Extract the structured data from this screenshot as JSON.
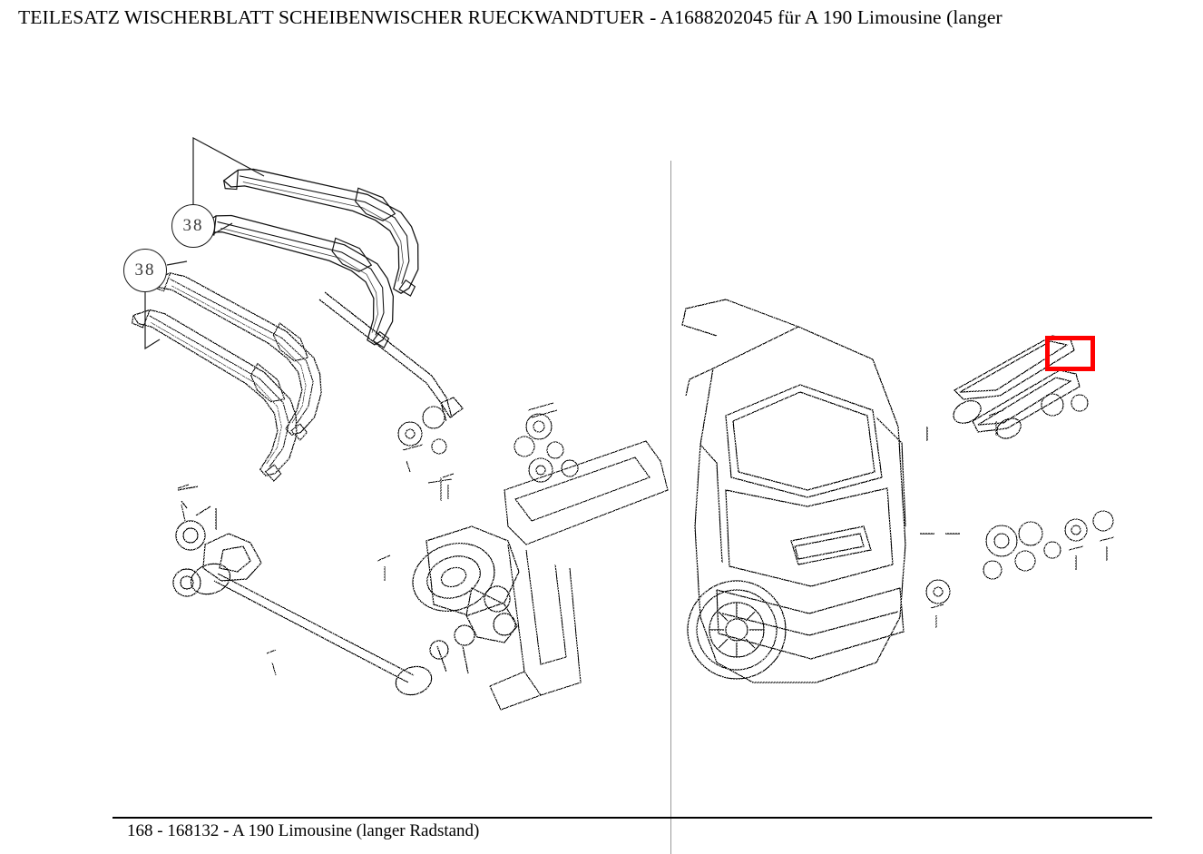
{
  "document": {
    "title": "TEILESATZ WISCHERBLATT SCHEIBENWISCHER RUECKWANDTUER - A1688202045 für A 190 Limousine (langer",
    "footer_caption": "168 - 168132 - A 190 Limousine (langer Radstand)",
    "background_color": "#ffffff",
    "ink_color": "#000000"
  },
  "highlight": {
    "color": "#ff0000",
    "target_part_number": "38",
    "panel": "right"
  },
  "callouts": [
    {
      "id": "upper",
      "label": "38"
    },
    {
      "id": "lower",
      "label": "38"
    }
  ],
  "panels": {
    "left": {
      "name": "exploded-parts-view",
      "divider_color": "#9a9a9a"
    },
    "right": {
      "name": "vehicle-location-view"
    }
  },
  "icons": {
    "callout_bubble": "circle-callout-icon",
    "highlight_rectangle": "selection-rectangle-icon",
    "divider": "vertical-divider-icon"
  }
}
